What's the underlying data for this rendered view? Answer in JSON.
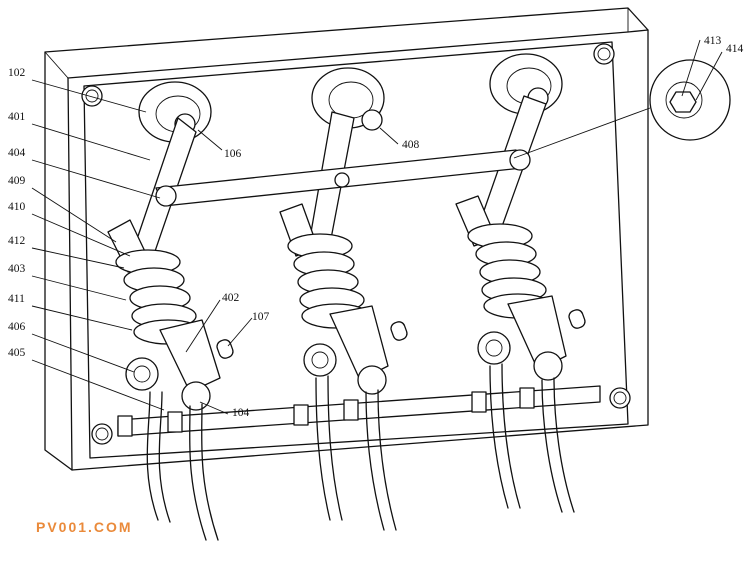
{
  "diagram": {
    "labels": [
      "102",
      "401",
      "404",
      "409",
      "410",
      "412",
      "403",
      "411",
      "406",
      "405",
      "106",
      "408",
      "402",
      "107",
      "104",
      "413",
      "414"
    ]
  },
  "watermark": "PV001.COM",
  "colors": {
    "lines": "#111111",
    "watermark": "#ea8a3a",
    "background": "#ffffff"
  }
}
